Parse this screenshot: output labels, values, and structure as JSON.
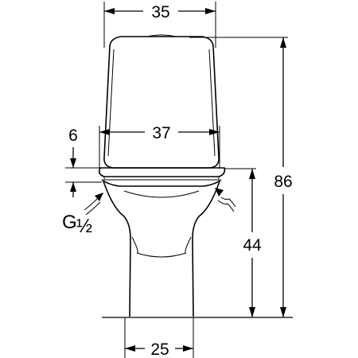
{
  "dimensions": {
    "top_width": "35",
    "cistern_width": "37",
    "seat_gap": "6",
    "total_height": "86",
    "outlet_height": "44",
    "base_width": "25",
    "connection_g": "G",
    "connection_fraction": "½"
  }
}
